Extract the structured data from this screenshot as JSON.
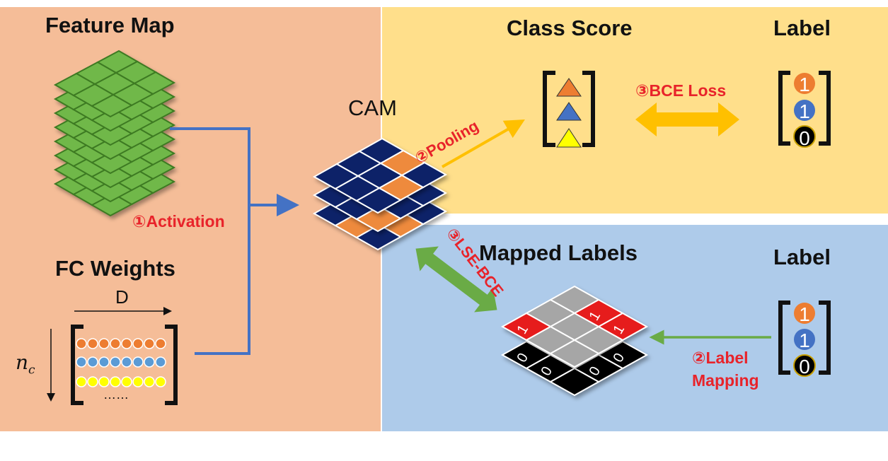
{
  "colors": {
    "left_panel": "#f5bd98",
    "top_right_panel": "#ffdf8b",
    "bottom_right_panel": "#aecbea",
    "feature_green": "#70b84a",
    "arrow_blue": "#4472c4",
    "cam_navy": "#0c2468",
    "cam_orange": "#ee8a3c",
    "pool_arrow": "#ffc000",
    "bce_arrow": "#ffc000",
    "lse_arrow": "#6aab46",
    "mapping_arrow": "#6aab46",
    "text_red": "#e8232a",
    "dot_orange": "#ed7d31",
    "dot_blue": "#5b9bd5",
    "dot_yellow": "#ffff00"
  },
  "feature_map": {
    "title": "Feature Map",
    "icon": "stacked-grid-icon"
  },
  "fc_weights": {
    "title": "FC Weights",
    "dim_label": "D",
    "rows_label_base": "n",
    "rows_label_sub": "c",
    "ellipsis": "……"
  },
  "activation_label": "①Activation",
  "cam": {
    "title": "CAM"
  },
  "pooling_label": "②Pooling",
  "class_score": {
    "title": "Class Score",
    "icon": "triangle-vector-icon"
  },
  "bce_loss_label": "③BCE Loss",
  "label_top": {
    "title": "Label",
    "values": [
      "1",
      "1",
      "0"
    ]
  },
  "mapped_labels": {
    "title": "Mapped Labels",
    "top_values": [
      "1",
      "1",
      "1"
    ],
    "bottom_values": [
      "0",
      "0",
      "0",
      "0"
    ]
  },
  "lse_bce_label": "③LSE-BCE",
  "label_bottom": {
    "title": "Label",
    "values": [
      "1",
      "1",
      "0"
    ]
  },
  "label_mapping": {
    "line1": "②Label",
    "line2": "Mapping"
  }
}
